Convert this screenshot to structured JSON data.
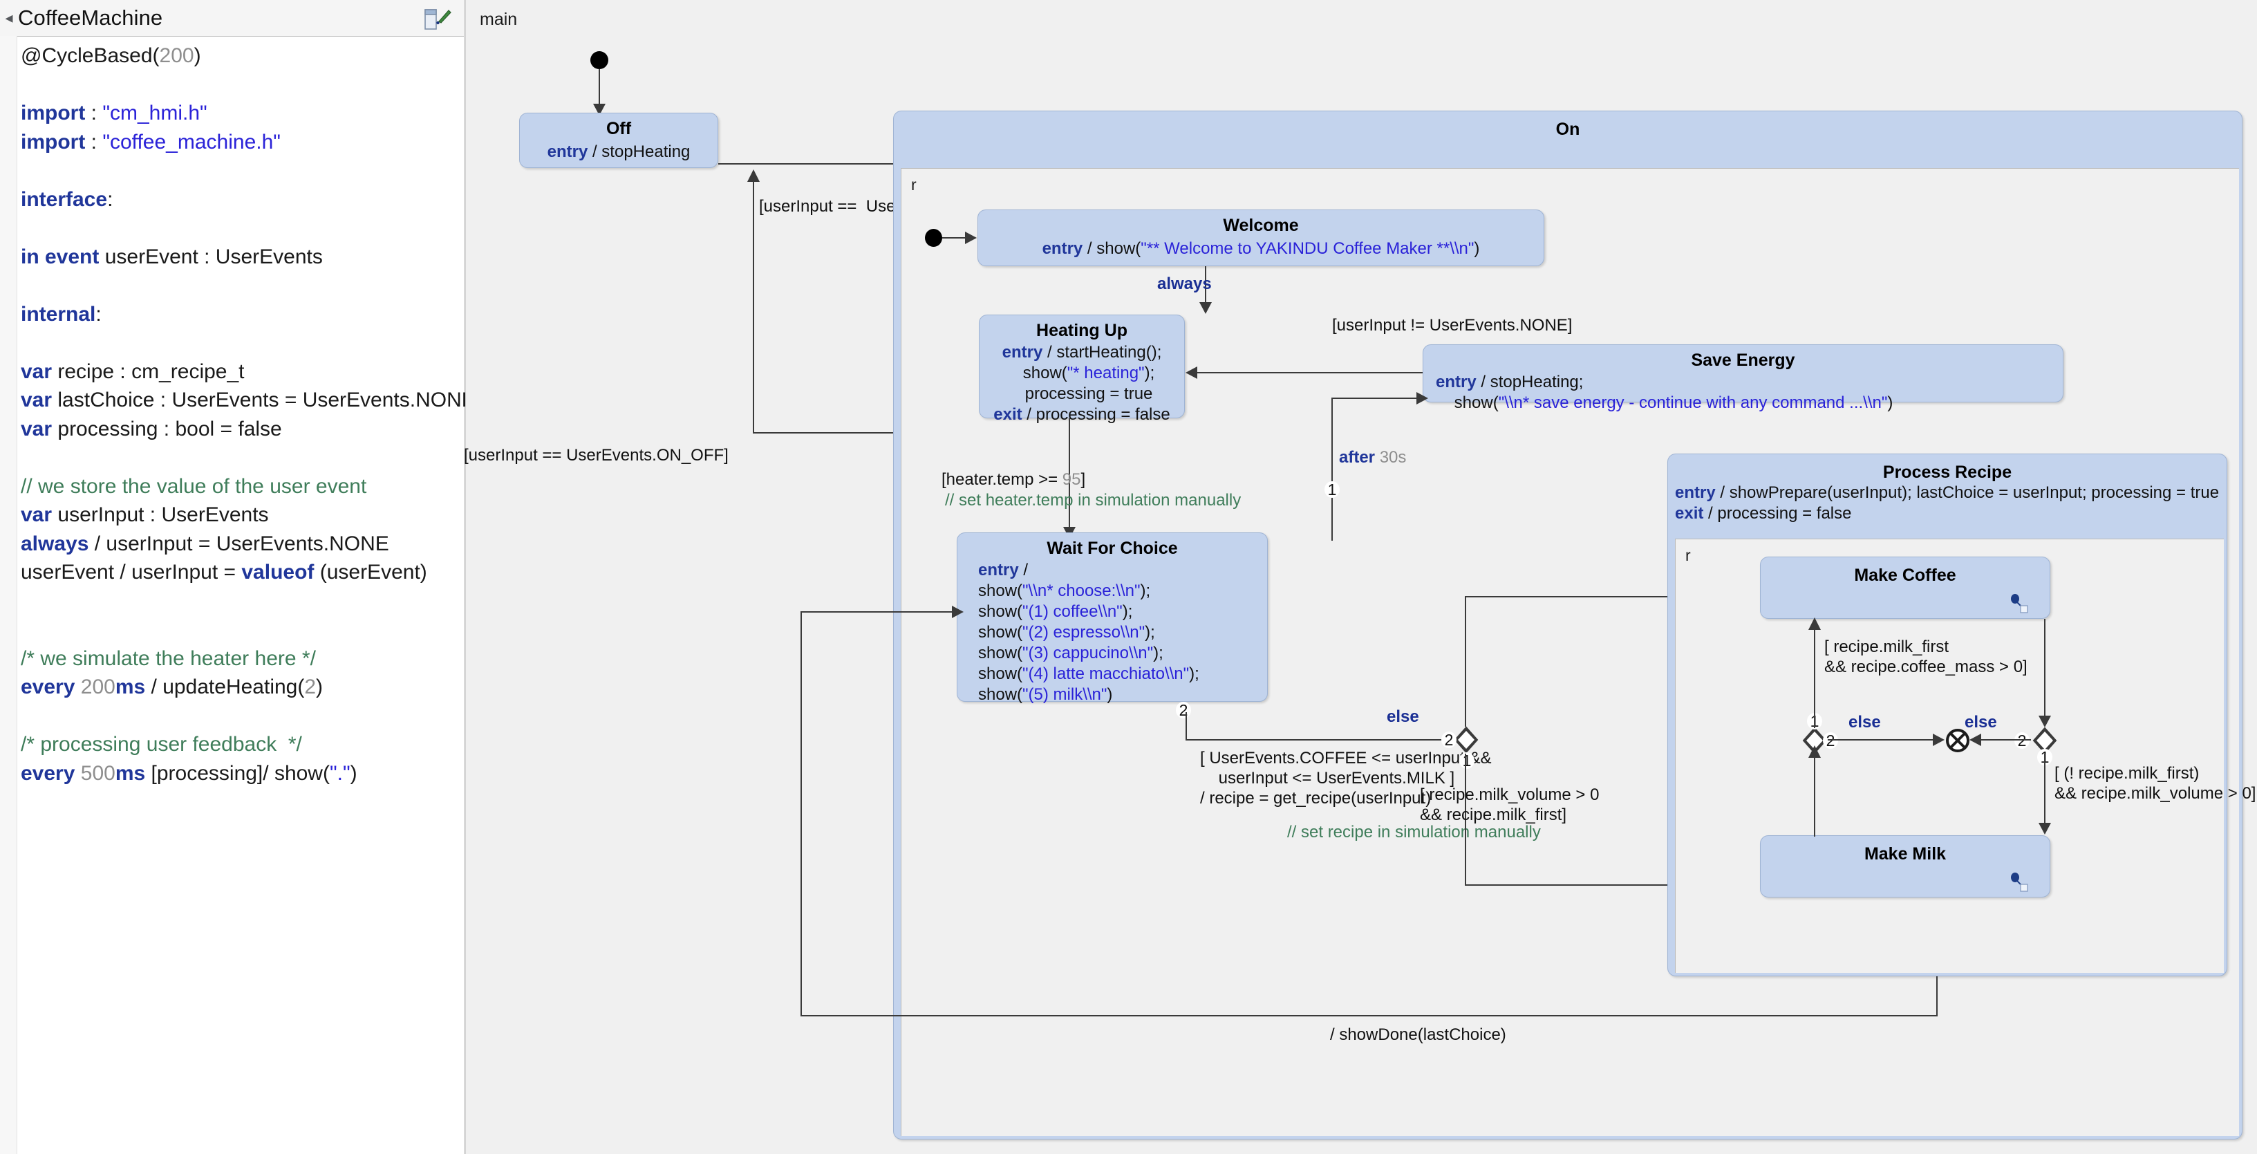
{
  "editor": {
    "tab_title": "CoffeeMachine",
    "collapse_icon": "collapse-left-icon",
    "tab_icon": "statechart-editor-icon",
    "code_lines": [
      "@CycleBased(200)",
      "",
      "import : \"cm_hmi.h\"",
      "import : \"coffee_machine.h\"",
      "",
      "interface:",
      "",
      "in event userEvent : UserEvents",
      "",
      "internal:",
      "",
      "var recipe : cm_recipe_t",
      "var lastChoice : UserEvents = UserEvents.NONE",
      "var processing : bool = false",
      "",
      "// we store the value of the user event",
      "var userInput : UserEvents",
      "always / userInput = UserEvents.NONE",
      "userEvent / userInput = valueof (userEvent)",
      "",
      "/* we simulate the heater here */",
      "every 200ms / updateHeating(2)",
      "",
      "/* processing user feedback  */",
      "every 500ms [processing]/ show(\".\")"
    ]
  },
  "diagram": {
    "root_region_label": "main",
    "states": {
      "off": {
        "name": "Off",
        "body": "entry / stopHeating"
      },
      "on": {
        "name": "On",
        "region_label": "r"
      },
      "welcome": {
        "name": "Welcome",
        "body": "entry / show(\"** Welcome to YAKINDU Coffee Maker **\\\\n\")"
      },
      "heating_up": {
        "name": "Heating Up",
        "body_lines": [
          "entry / startHeating();",
          "   show(\"* heating\");",
          "   processing = true",
          "exit / processing = false"
        ]
      },
      "save_energy": {
        "name": "Save Energy",
        "body_lines": [
          "entry / stopHeating;",
          "    show(\"\\\\n* save energy - continue with any command ...\\\\n\")"
        ]
      },
      "wait_for_choice": {
        "name": "Wait For Choice",
        "body_lines": [
          "entry /",
          "show(\"\\\\n* choose:\\\\n\");",
          "show(\"(1) coffee\\\\n\");",
          "show(\"(2) espresso\\\\n\");",
          "show(\"(3) cappucino\\\\n\");",
          "show(\"(4) latte macchiato\\\\n\");",
          "show(\"(5) milk\\\\n\")"
        ]
      },
      "process_recipe": {
        "name": "Process Recipe",
        "body_lines": [
          "entry / showPrepare(userInput); lastChoice = userInput; processing = true",
          "exit / processing = false"
        ],
        "region_label": "r"
      },
      "make_coffee": {
        "name": "Make Coffee"
      },
      "make_milk": {
        "name": "Make Milk"
      }
    },
    "transitions": {
      "off_to_on": "[userInput ==  UserEvents.ON_OFF]",
      "on_to_off": "[userInput == UserEvents.ON_OFF]",
      "welcome_to_heating": "always",
      "saveenergy_to_heating": "[userInput != UserEvents.NONE]",
      "heating_to_wait": "[heater.temp >= 95]",
      "heating_to_wait_comment": "// set heater.temp in simulation manually",
      "wait_to_saveenergy": "after 30s",
      "wait_to_choice_guard_1": "[ UserEvents.COFFEE <= userInput &&",
      "wait_to_choice_guard_2": "    userInput <= UserEvents.MILK ]",
      "wait_to_choice_action": "/ recipe = get_recipe(userInput)",
      "wait_to_choice_comment": "// set recipe in simulation manually",
      "choice_else_left": "else",
      "choice_milk_guard_1": "[ recipe.milk_volume > 0",
      "choice_milk_guard_2": "&& recipe.milk_first]",
      "choice_coffee_guard_1": "[ recipe.milk_first",
      "choice_coffee_guard_2": "&& recipe.coffee_mass > 0]",
      "choice_else_mid_left": "else",
      "choice_else_mid_right": "else",
      "choice_milkfirst_guard_1": "[ (! recipe.milk_first)",
      "choice_milkfirst_guard_2": "&& recipe.milk_volume > 0]",
      "done_action": "/ showDone(lastChoice)",
      "priority_1": "1",
      "priority_2": "2"
    },
    "colors": {
      "state_fill": "#c3d3ed",
      "state_border": "#9fb4d4",
      "canvas": "#f0f0f0",
      "keyword": "#20369a",
      "string": "#2a22d8",
      "comment": "#3f7d5a",
      "number": "#8e8e8e",
      "connector": "#3a3a3a"
    }
  }
}
